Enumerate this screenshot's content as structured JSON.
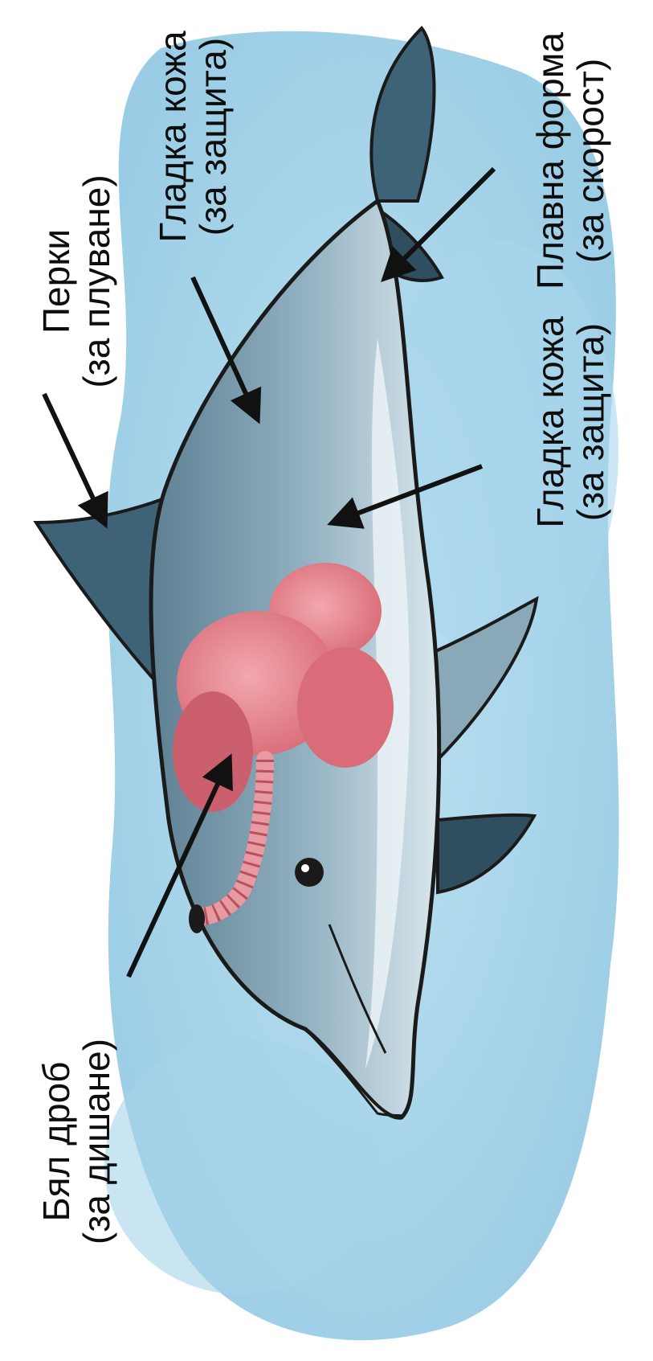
{
  "colors": {
    "water": "#9fcfe6",
    "body": "#7f9fb0",
    "fin": "#3e6276",
    "lung": "#e0838b",
    "outline": "#1a1a1a"
  },
  "labels": {
    "fins": {
      "title": "Перки",
      "note": "(за плуване)"
    },
    "skin_top": {
      "title": "Гладка кожа",
      "note": "(за защита)"
    },
    "shape": {
      "title": "Плавна форма",
      "note": "(за скорост)"
    },
    "skin_side": {
      "title": "Гладка кожа",
      "note": "(за защита)"
    },
    "lung": {
      "title": "Бял дроб",
      "note": "(за дишане)"
    }
  }
}
